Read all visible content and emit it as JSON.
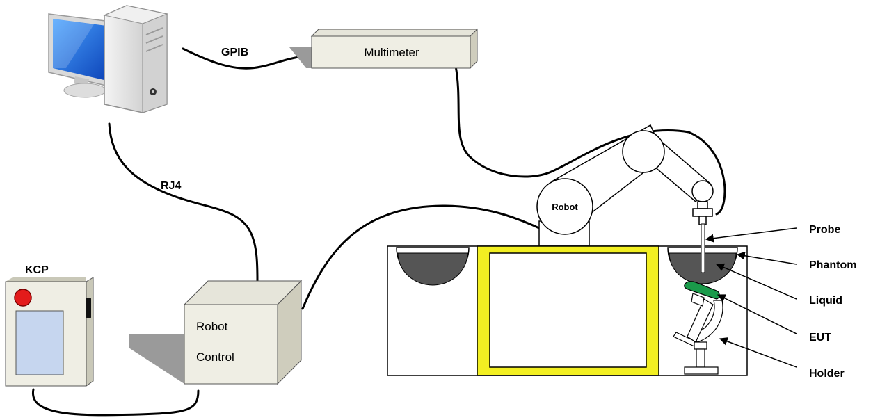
{
  "labels": {
    "gpib": "GPIB",
    "multimeter": "Multimeter",
    "rj4": "RJ4",
    "kcp": "KCP",
    "robot_control_line1": "Robot",
    "robot_control_line2": "Control",
    "robot": "Robot",
    "probe": "Probe",
    "phantom": "Phantom",
    "liquid": "Liquid",
    "eut": "EUT",
    "holder": "Holder"
  },
  "colors": {
    "table_frame": "#f2ef22",
    "phantom_fill": "#555555",
    "eut_green": "#1a9a4a",
    "kcp_red": "#e31b1b",
    "kcp_screen": "#c6d6ef",
    "box_fill": "#efeee4",
    "shadow": "#9a9a9a"
  },
  "icons": {
    "computer": "desktop-computer-icon"
  }
}
